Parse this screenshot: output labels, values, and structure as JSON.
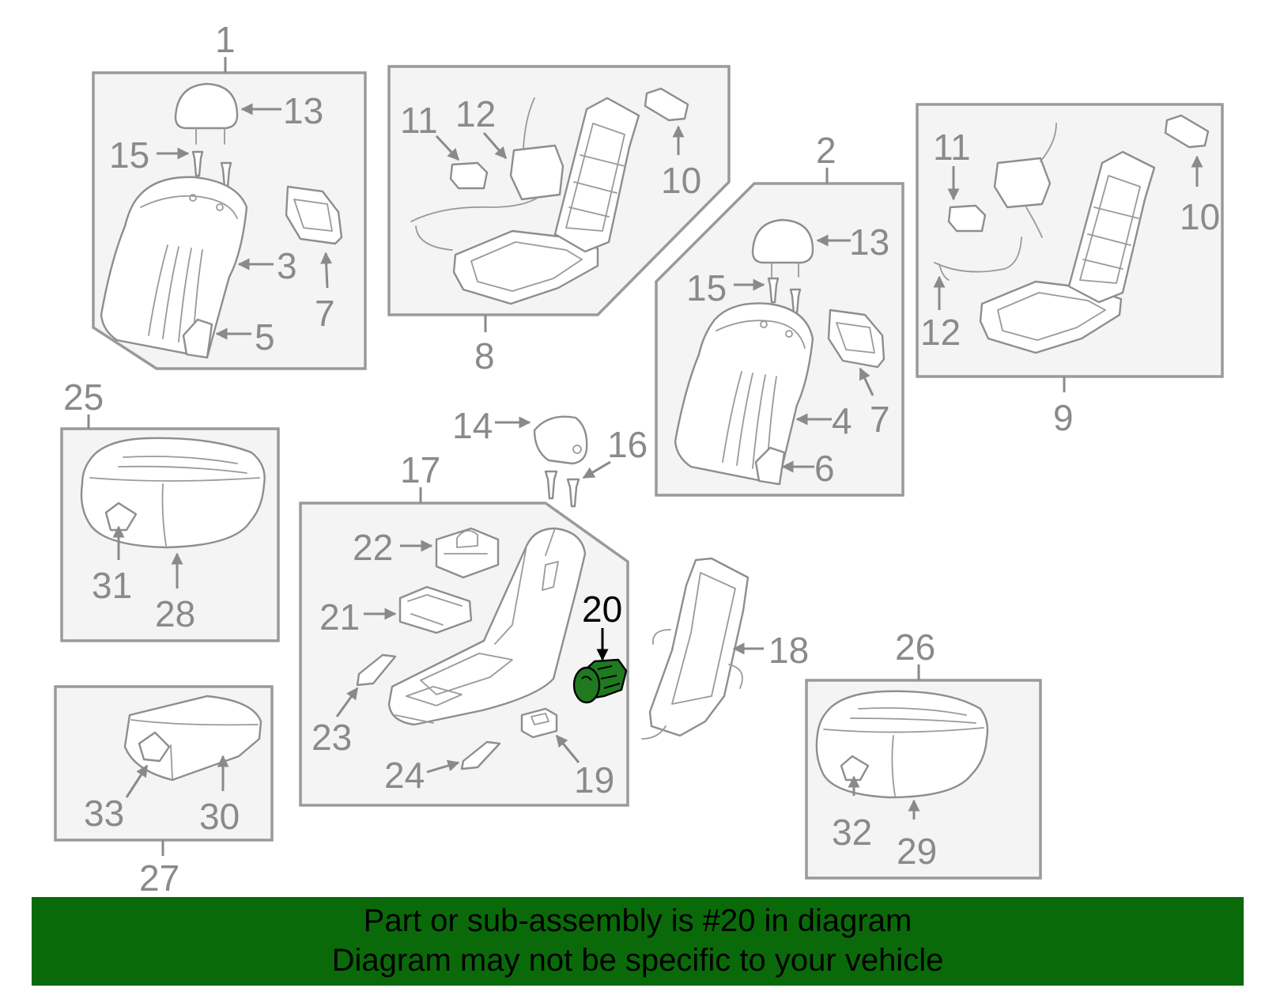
{
  "callouts": {
    "c1": "1",
    "c2": "2",
    "c3": "3",
    "c4": "4",
    "c5": "5",
    "c6": "6",
    "c7a": "7",
    "c7b": "7",
    "c8": "8",
    "c9": "9",
    "c10a": "10",
    "c10b": "10",
    "c11a": "11",
    "c11b": "11",
    "c12a": "12",
    "c12b": "12",
    "c13a": "13",
    "c13b": "13",
    "c14": "14",
    "c15a": "15",
    "c15b": "15",
    "c16": "16",
    "c17": "17",
    "c18": "18",
    "c19": "19",
    "c20": "20",
    "c21": "21",
    "c22": "22",
    "c23": "23",
    "c24": "24",
    "c25": "25",
    "c26": "26",
    "c27": "27",
    "c28": "28",
    "c29": "29",
    "c30": "30",
    "c31": "31",
    "c32": "32",
    "c33": "33"
  },
  "highlight": {
    "part_number": "20",
    "color": "#1f7a1f"
  },
  "banner": {
    "line1": "Part or sub-assembly is #20 in diagram",
    "line2": "Diagram may not be specific to your vehicle",
    "background": "#0a6a0a"
  }
}
